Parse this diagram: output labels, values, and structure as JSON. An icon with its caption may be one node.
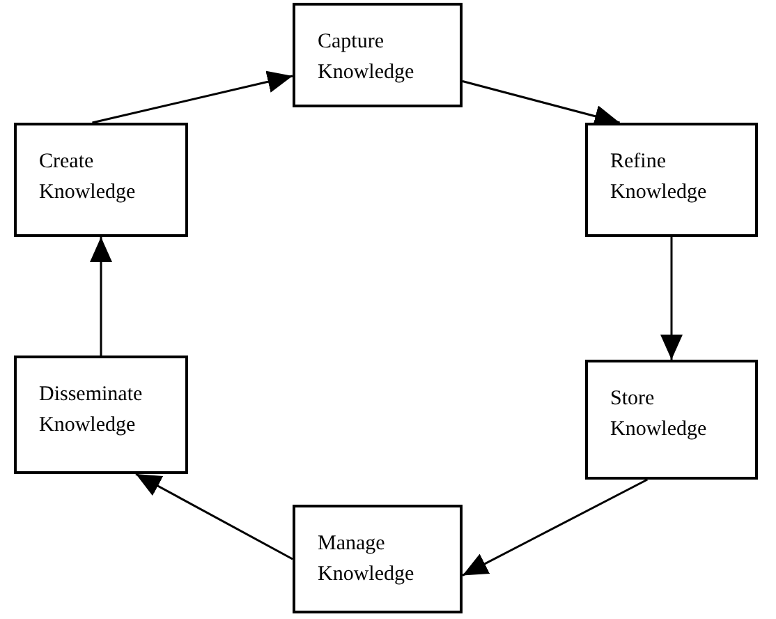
{
  "diagram": {
    "nodes": [
      {
        "text": [
          "Capture Knowledge"
        ]
      },
      {
        "text": [
          "Refine Knowledge"
        ]
      },
      {
        "text": [
          "Store Knowledge"
        ]
      },
      {
        "text": [
          "Manage Knowledge"
        ]
      },
      {
        "text": [
          "Disseminate Knowledge"
        ]
      },
      {
        "text": [
          "Create Knowledge"
        ]
      }
    ],
    "edges": [
      {
        "from": 5,
        "to": 0,
        "arrow": "to"
      },
      {
        "from": 0,
        "to": 1,
        "arrow": "to"
      },
      {
        "from": 1,
        "to": 2,
        "arrow": "to"
      },
      {
        "from": 2,
        "to": 3,
        "arrow": "to"
      },
      {
        "from": 3,
        "to": 4,
        "arrow": "to"
      },
      {
        "from": 4,
        "to": 5,
        "arrow": "to"
      }
    ]
  }
}
